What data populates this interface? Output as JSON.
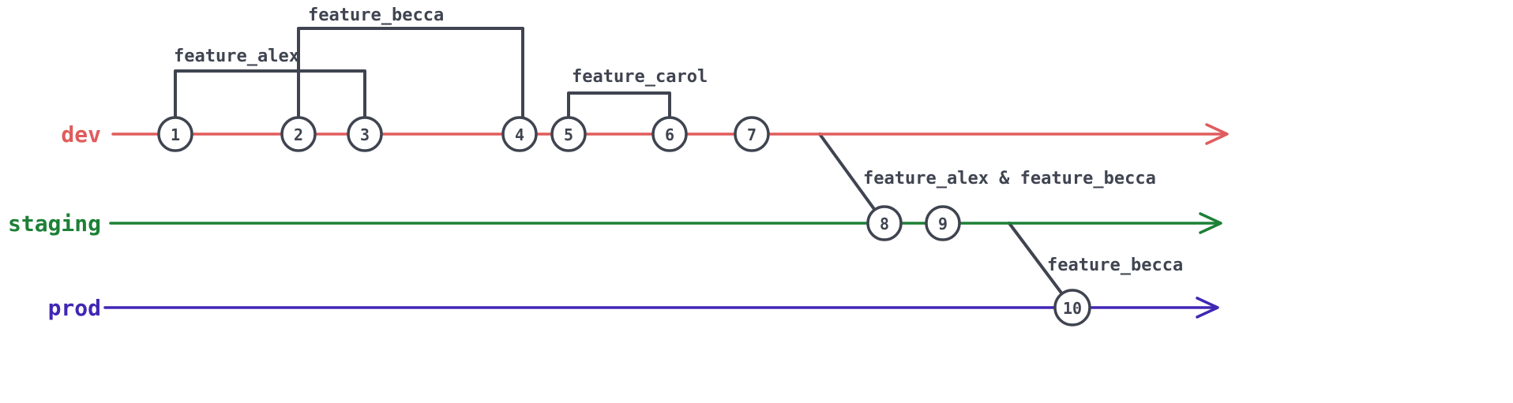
{
  "diagram": {
    "ink": "#3f4450",
    "branches": [
      {
        "name": "dev",
        "color": "#e05c5c"
      },
      {
        "name": "staging",
        "color": "#1d8036"
      },
      {
        "name": "prod",
        "color": "#4127b4"
      }
    ],
    "commits": [
      {
        "label": "1",
        "branch": "dev"
      },
      {
        "label": "2",
        "branch": "dev"
      },
      {
        "label": "3",
        "branch": "dev"
      },
      {
        "label": "4",
        "branch": "dev"
      },
      {
        "label": "5",
        "branch": "dev"
      },
      {
        "label": "6",
        "branch": "dev"
      },
      {
        "label": "7",
        "branch": "dev"
      },
      {
        "label": "8",
        "branch": "staging"
      },
      {
        "label": "9",
        "branch": "staging"
      },
      {
        "label": "10",
        "branch": "prod"
      }
    ],
    "feature_branches": [
      {
        "label": "feature_alex",
        "from_commit": "1",
        "to_commit": "3"
      },
      {
        "label": "feature_becca",
        "from_commit": "2",
        "to_commit": "4"
      },
      {
        "label": "feature_carol",
        "from_commit": "5",
        "to_commit": "6"
      }
    ],
    "merges": [
      {
        "label": "feature_alex & feature_becca",
        "from_branch": "dev",
        "to_branch": "staging",
        "target_commit": "8"
      },
      {
        "label": "feature_becca",
        "from_branch": "staging",
        "to_branch": "prod",
        "target_commit": "10"
      }
    ]
  }
}
